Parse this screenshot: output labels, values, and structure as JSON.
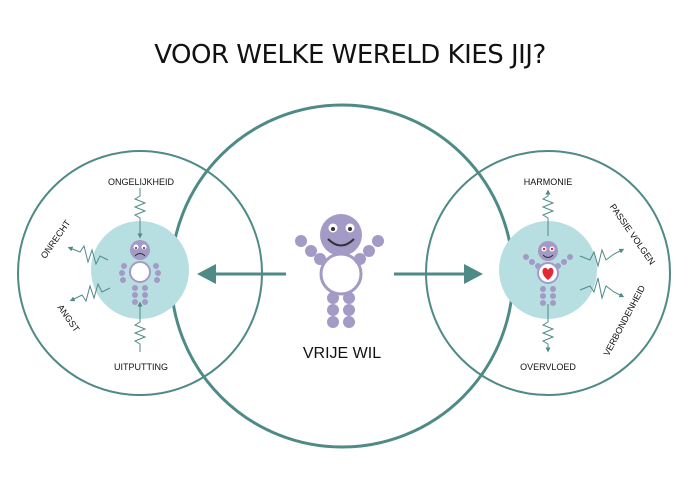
{
  "title": "VOOR WELKE WERELD KIES JIJ?",
  "center": {
    "label": "VRIJE WIL"
  },
  "left_world": {
    "labels": {
      "top": "ONGELIJKHEID",
      "upper_left": "ONRECHT",
      "lower_left": "ANGST",
      "bottom": "UITPUTTING"
    }
  },
  "right_world": {
    "labels": {
      "top": "HARMONIE",
      "upper_right": "PASSIE VOLGEN",
      "lower_right": "VERBONDENHEID",
      "bottom": "OVERVLOED"
    }
  },
  "colors": {
    "circle": "#4e8a86",
    "arrow": "#4e8a86",
    "aura": "#b7dfe1",
    "figure": "#a49ac6",
    "heart": "#e02a33"
  },
  "icons": {
    "left_figure": "sad-figure-icon",
    "center_figure": "smiling-figure-icon",
    "right_figure": "heart-eyes-figure-icon"
  }
}
